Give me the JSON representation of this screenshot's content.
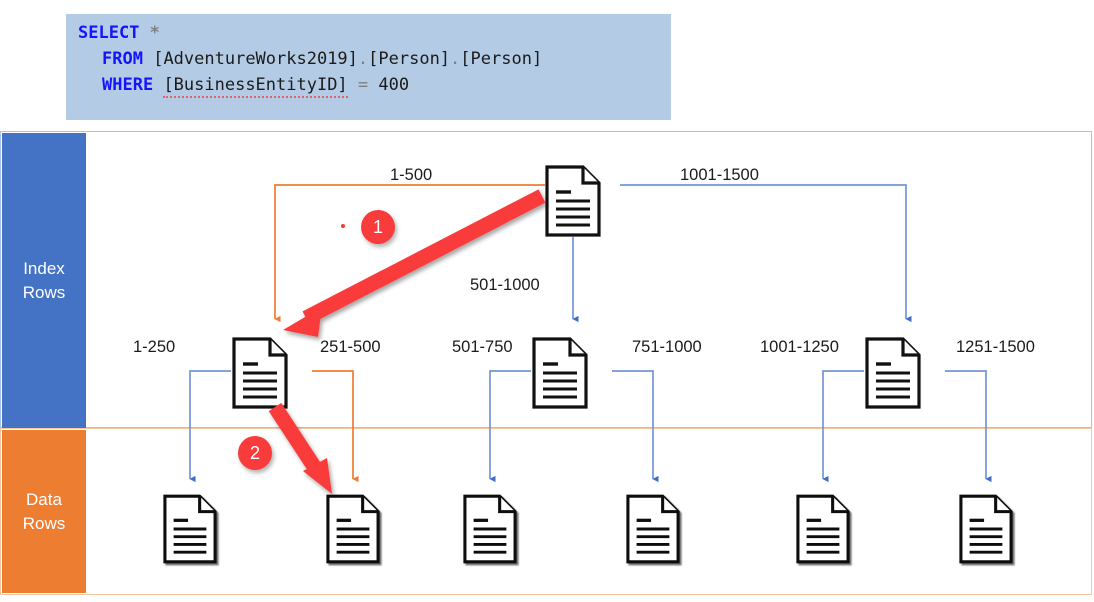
{
  "sql": {
    "name": "sql-query-box",
    "lines": [
      {
        "keyword": "SELECT",
        "rest_star": "*"
      },
      {
        "keyword": "FROM",
        "rest": "[AdventureWorks2019].[Person].[Person]"
      },
      {
        "keyword": "WHERE",
        "rest": "[BusinessEntityID] = 400"
      }
    ],
    "full_text": "SELECT *\n  FROM [AdventureWorks2019].[Person].[Person]\n  WHERE [BusinessEntityID] = 400",
    "tokens": {
      "select": "SELECT",
      "star": "*",
      "from": "FROM",
      "database": "[AdventureWorks2019]",
      "schema": "[Person]",
      "table": "[Person]",
      "dot": ".",
      "where": "WHERE",
      "column": "[BusinessEntityID]",
      "equals": "=",
      "value": "400"
    },
    "colors": {
      "background": "#b4cbe6",
      "keyword": "#1414ff",
      "star": "#808080",
      "identifier": "#1b1b1b",
      "punctuation": "#808080"
    }
  },
  "panels": {
    "index": {
      "label_line1": "Index",
      "label_line2": "Rows",
      "color": "#4472c4",
      "border": "#a9c2e8"
    },
    "data": {
      "label_line1": "Data",
      "label_line2": "Rows",
      "color": "#ed7d31",
      "border": "#f6c6a0"
    }
  },
  "tree": {
    "root": {
      "name": "root-index-page"
    },
    "root_edges": [
      {
        "label": "1-500",
        "color": "#ed7d31",
        "highlighted": true
      },
      {
        "label": "501-1000",
        "color": "#7396d4",
        "highlighted": false
      },
      {
        "label": "1001-1500",
        "color": "#7396d4",
        "highlighted": false
      }
    ],
    "intermediate_nodes": [
      {
        "name": "index-page-1-500"
      },
      {
        "name": "index-page-501-1000"
      },
      {
        "name": "index-page-1001-1500"
      }
    ],
    "leaf_edges": [
      {
        "label": "1-250",
        "color": "#7396d4",
        "highlighted": false
      },
      {
        "label": "251-500",
        "color": "#ed7d31",
        "highlighted": true
      },
      {
        "label": "501-750",
        "color": "#7396d4",
        "highlighted": false
      },
      {
        "label": "751-1000",
        "color": "#7396d4",
        "highlighted": false
      },
      {
        "label": "1001-1250",
        "color": "#7396d4",
        "highlighted": false
      },
      {
        "label": "1251-1500",
        "color": "#7396d4",
        "highlighted": false
      }
    ],
    "leaf_nodes": [
      {
        "name": "data-page-1-250"
      },
      {
        "name": "data-page-251-500"
      },
      {
        "name": "data-page-501-750"
      },
      {
        "name": "data-page-751-1000"
      },
      {
        "name": "data-page-1001-1250"
      },
      {
        "name": "data-page-1251-1500"
      }
    ]
  },
  "steps": [
    {
      "number": "1",
      "description": "root to intermediate index page"
    },
    {
      "number": "2",
      "description": "intermediate index page to data page"
    }
  ],
  "colors": {
    "accent_red": "#f93b3b",
    "orange": "#ed7d31",
    "blue_line": "#7396d4",
    "blue_panel": "#4472c4"
  }
}
